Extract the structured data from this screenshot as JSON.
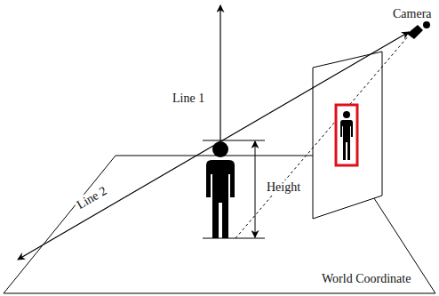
{
  "diagram": {
    "labels": [
      "Camera",
      "Line 1",
      "Line 2",
      "Height",
      "World Coordinate"
    ]
  }
}
